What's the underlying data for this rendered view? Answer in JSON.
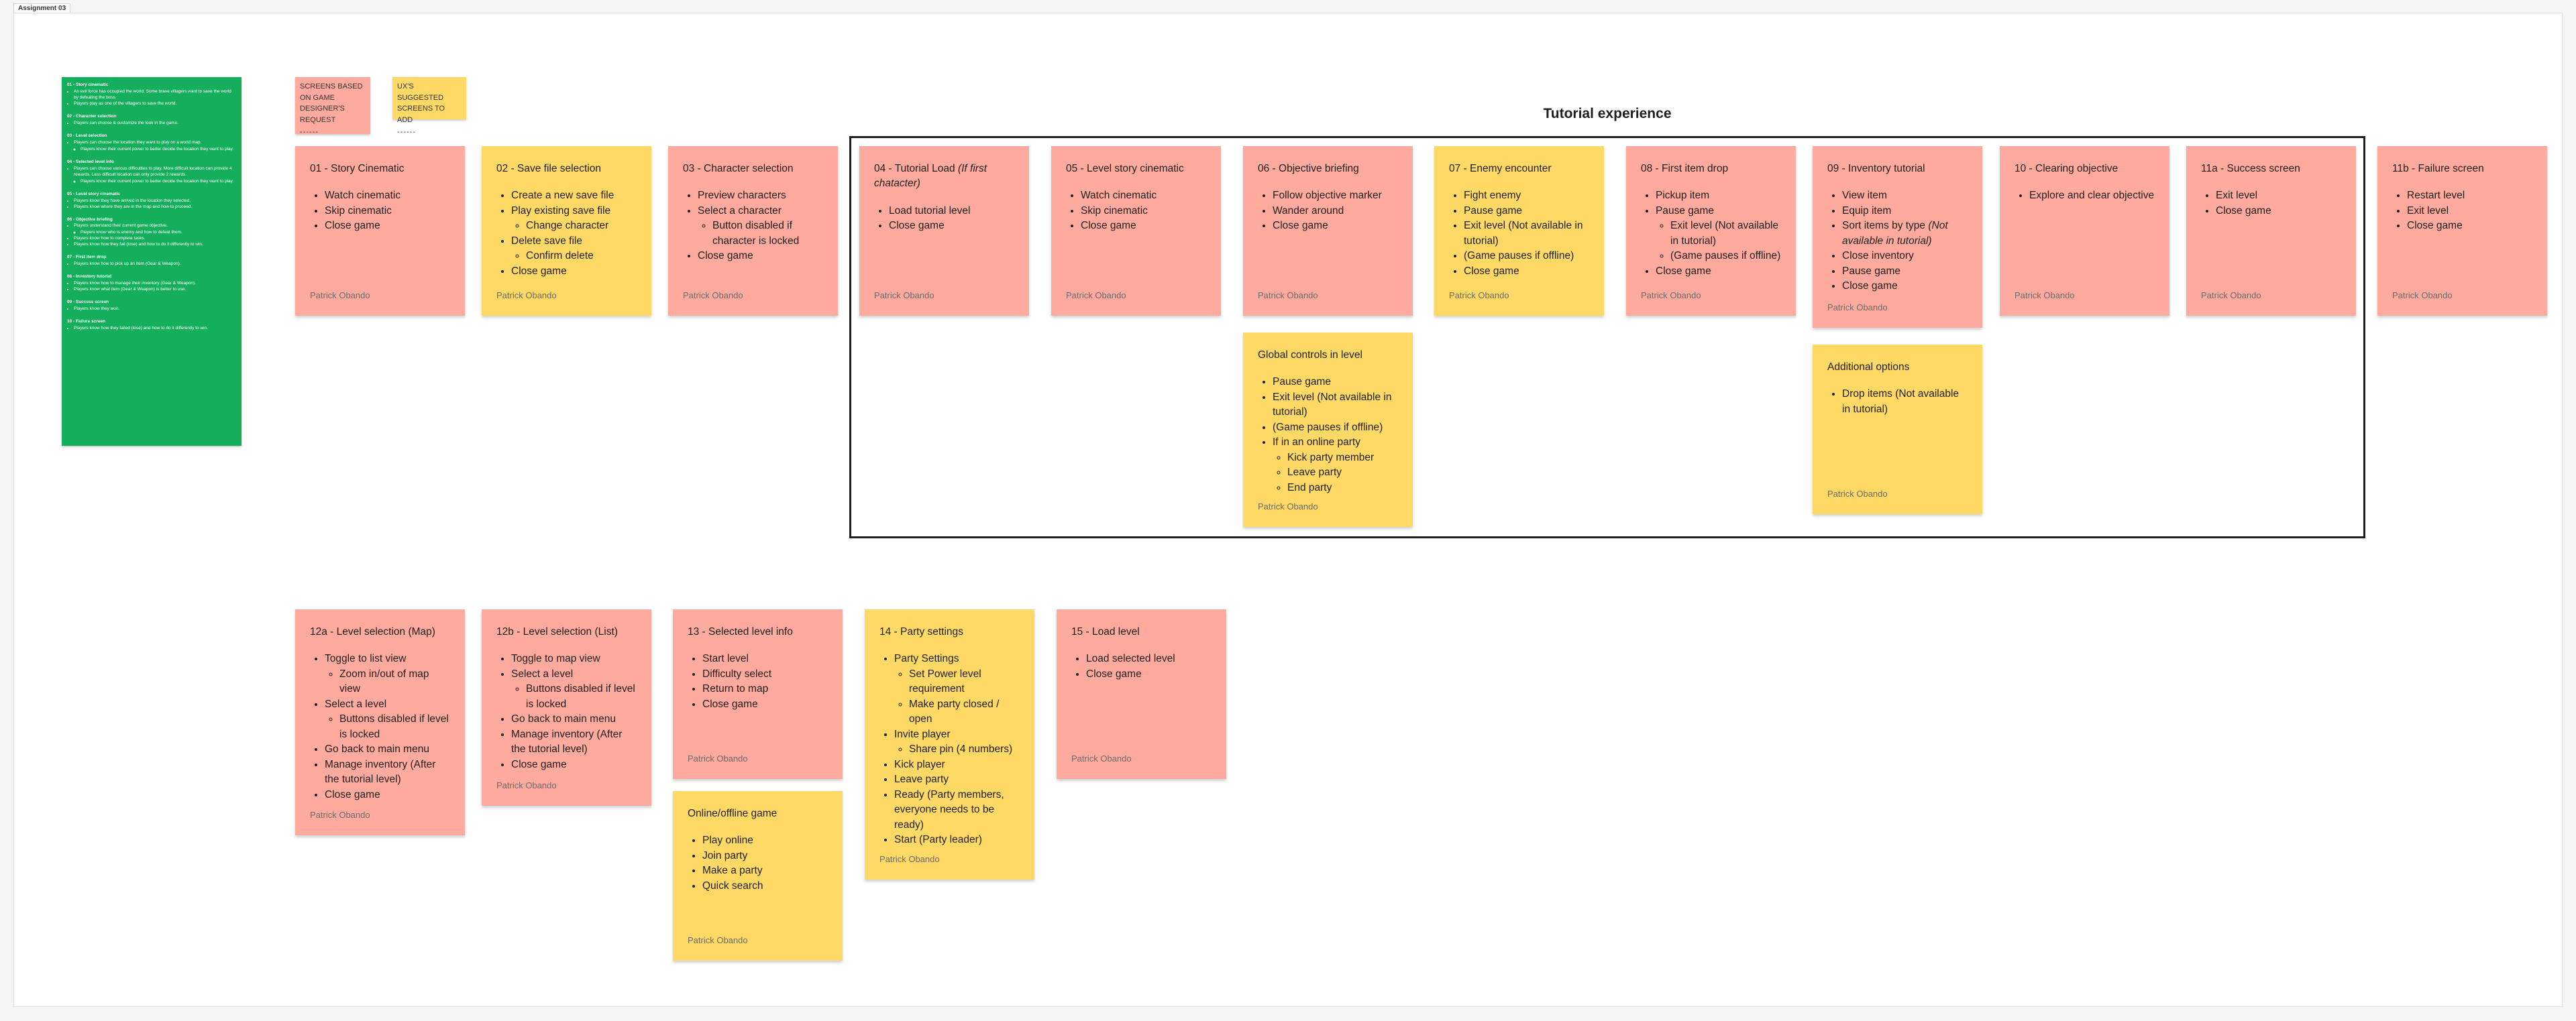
{
  "frame": {
    "title": "Assignment 03"
  },
  "legend": {
    "sections": [
      {
        "title": "01 - Story cinematic",
        "items": [
          {
            "text": "An evil force has occupied the world. Some brave villagers want to save the world by defeating the boss."
          },
          {
            "text": "Players play as one of the villagers to save the world."
          }
        ]
      },
      {
        "title": "02 - Character selection",
        "items": [
          {
            "text": "Players can choose & customize the look in the game."
          }
        ]
      },
      {
        "title": "03 - Level selection",
        "items": [
          {
            "text": "Players can choose the location they want to play on a world map.",
            "sub": [
              "Players know their current power to better decide the location they want to play."
            ]
          }
        ]
      },
      {
        "title": "04 - Selected level info",
        "items": [
          {
            "text": "Players can choose various difficulties to play. More difficult location can provide 4 rewards. Less difficult location can only provide 2 rewards.",
            "sub": [
              "Players know their current power to better decide the location they want to play."
            ]
          }
        ]
      },
      {
        "title": "05 - Level story cinematic",
        "items": [
          {
            "text": "Players know they have arrived in the location they selected."
          },
          {
            "text": "Players know where they are in the map and how to proceed."
          }
        ]
      },
      {
        "title": "06 - Objective briefing",
        "items": [
          {
            "text": "Players understand their current game objective.",
            "sub": [
              "Players know who is enemy and how to defeat them."
            ]
          },
          {
            "text": "Players know how to complete tasks."
          },
          {
            "text": "Players know how they fail (lose) and how to do it differently to win."
          }
        ]
      },
      {
        "title": "07 - First item drop",
        "items": [
          {
            "text": "Players know how to pick up an item (Gear & Weapon)."
          }
        ]
      },
      {
        "title": "08 - Inventory tutorial",
        "items": [
          {
            "text": "Players know how to manage their inventory (Gear & Weapon)."
          },
          {
            "text": "Players know what item (Gear & Weapon) is better to use."
          }
        ]
      },
      {
        "title": "09 - Success screen",
        "items": [
          {
            "text": "Players know they won."
          }
        ]
      },
      {
        "title": "10 - Failure screen",
        "items": [
          {
            "text": "Players know how they failed (lose) and how to do it differently to win."
          }
        ]
      }
    ]
  },
  "key": {
    "pink": {
      "label": "SCREENS BASED ON GAME DESIGNER'S REQUEST",
      "dashes": "------"
    },
    "yellow": {
      "label": "UX'S SUGGESTED SCREENS TO ADD",
      "dashes": "------"
    }
  },
  "section": {
    "title": "Tutorial experience"
  },
  "notes": [
    {
      "title": "01 - Story Cinematic",
      "author": "Patrick Obando",
      "items": [
        {
          "text": "Watch cinematic"
        },
        {
          "text": "Skip cinematic"
        },
        {
          "text": "Close game"
        }
      ]
    },
    {
      "title": "02 - Save file selection",
      "author": "Patrick Obando",
      "items": [
        {
          "text": "Create a new save file"
        },
        {
          "text": "Play existing save file",
          "sub": [
            "Change character"
          ]
        },
        {
          "text": "Delete save file",
          "sub": [
            "Confirm delete"
          ]
        },
        {
          "text": "Close game"
        }
      ]
    },
    {
      "title": "03 - Character selection",
      "author": "Patrick Obando",
      "items": [
        {
          "text": "Preview characters"
        },
        {
          "text": "Select a character",
          "sub": [
            "Button disabled if character is locked"
          ]
        },
        {
          "text": "Close game"
        }
      ]
    },
    {
      "title": "04 - Tutorial Load",
      "title_em": "(If first chatacter)",
      "author": "Patrick Obando",
      "items": [
        {
          "text": "Load tutorial level"
        },
        {
          "text": "Close game"
        }
      ]
    },
    {
      "title": "05 - Level story cinematic",
      "author": "Patrick Obando",
      "items": [
        {
          "text": "Watch cinematic"
        },
        {
          "text": "Skip cinematic"
        },
        {
          "text": "Close game"
        }
      ]
    },
    {
      "title": "06 - Objective briefing",
      "author": "Patrick Obando",
      "items": [
        {
          "text": "Follow objective marker"
        },
        {
          "text": "Wander around"
        },
        {
          "text": "Close game"
        }
      ]
    },
    {
      "title": "07 - Enemy encounter",
      "author": "Patrick Obando",
      "items": [
        {
          "text": "Fight enemy"
        },
        {
          "text": "Pause game"
        },
        {
          "text": "Exit level (Not available in tutorial)"
        },
        {
          "text": "(Game pauses if offline)"
        },
        {
          "text": "Close game"
        }
      ]
    },
    {
      "title": "08 - First item drop",
      "author": "Patrick Obando",
      "items": [
        {
          "text": "Pickup item"
        },
        {
          "text": "Pause game",
          "sub": [
            "Exit level (Not available in tutorial)",
            "(Game pauses if offline)"
          ]
        },
        {
          "text": "Close game"
        }
      ]
    },
    {
      "title": "09 - Inventory tutorial",
      "author": "Patrick Obando",
      "items": [
        {
          "text": "View item"
        },
        {
          "text": "Equip item"
        },
        {
          "text": "Sort items by type",
          "em": "(Not available in tutorial)"
        },
        {
          "text": "Close inventory"
        },
        {
          "text": "Pause game"
        },
        {
          "text": "Close game"
        }
      ]
    },
    {
      "title": "10 - Clearing objective",
      "author": "Patrick Obando",
      "items": [
        {
          "text": "Explore and clear objective"
        }
      ]
    },
    {
      "title": "11a - Success screen",
      "author": "Patrick Obando",
      "items": [
        {
          "text": "Exit level"
        },
        {
          "text": "Close game"
        }
      ]
    },
    {
      "title": "11b - Failure screen",
      "author": "Patrick Obando",
      "items": [
        {
          "text": "Restart level"
        },
        {
          "text": "Exit level"
        },
        {
          "text": "Close game"
        }
      ]
    },
    {
      "title": "Global controls in level",
      "author": "Patrick Obando",
      "items": [
        {
          "text": "Pause game"
        },
        {
          "text": "Exit level (Not available in tutorial)"
        },
        {
          "text": "(Game pauses if offline)"
        },
        {
          "text": "If in an online party",
          "sub": [
            "Kick party member",
            "Leave party",
            "End party"
          ]
        }
      ]
    },
    {
      "title": "Additional options",
      "author": "Patrick Obando",
      "items": [
        {
          "text": "Drop items (Not available in tutorial)"
        }
      ]
    },
    {
      "title": "12a - Level selection (Map)",
      "author": "Patrick Obando",
      "items": [
        {
          "text": "Toggle to list view",
          "sub": [
            "Zoom in/out of map view"
          ]
        },
        {
          "text": "Select a level",
          "sub": [
            "Buttons disabled if level is locked"
          ]
        },
        {
          "text": "Go back to main menu"
        },
        {
          "text": "Manage inventory (After the tutorial level)"
        },
        {
          "text": "Close game"
        }
      ]
    },
    {
      "title": "12b - Level selection (List)",
      "author": "Patrick Obando",
      "items": [
        {
          "text": "Toggle to map view"
        },
        {
          "text": "Select a level",
          "sub": [
            "Buttons disabled if level is locked"
          ]
        },
        {
          "text": "Go back to main menu"
        },
        {
          "text": "Manage inventory (After the tutorial level)"
        },
        {
          "text": "Close game"
        }
      ]
    },
    {
      "title": "13 - Selected level info",
      "author": "Patrick Obando",
      "items": [
        {
          "text": "Start level"
        },
        {
          "text": "Difficulty select"
        },
        {
          "text": "Return to map"
        },
        {
          "text": "Close game"
        }
      ]
    },
    {
      "title": "Online/offline game",
      "author": "Patrick Obando",
      "items": [
        {
          "text": "Play online"
        },
        {
          "text": "Join party"
        },
        {
          "text": "Make a party"
        },
        {
          "text": "Quick search"
        }
      ]
    },
    {
      "title": "14 - Party settings",
      "author": "Patrick Obando",
      "items": [
        {
          "text": "Party Settings",
          "sub": [
            "Set Power level requirement",
            "Make party closed / open"
          ]
        },
        {
          "text": "Invite player",
          "sub": [
            "Share pin (4 numbers)"
          ]
        },
        {
          "text": "Kick player"
        },
        {
          "text": "Leave party"
        },
        {
          "text": "Ready (Party members, everyone needs to be ready)"
        },
        {
          "text": "Start (Party leader)"
        }
      ]
    },
    {
      "title": "15 - Load level",
      "author": "Patrick Obando",
      "items": [
        {
          "text": "Load selected level"
        },
        {
          "text": "Close game"
        }
      ]
    }
  ],
  "colors": {
    "pink": "#ffaa9f",
    "yellow": "#ffd966",
    "green": "#14ae5c"
  }
}
